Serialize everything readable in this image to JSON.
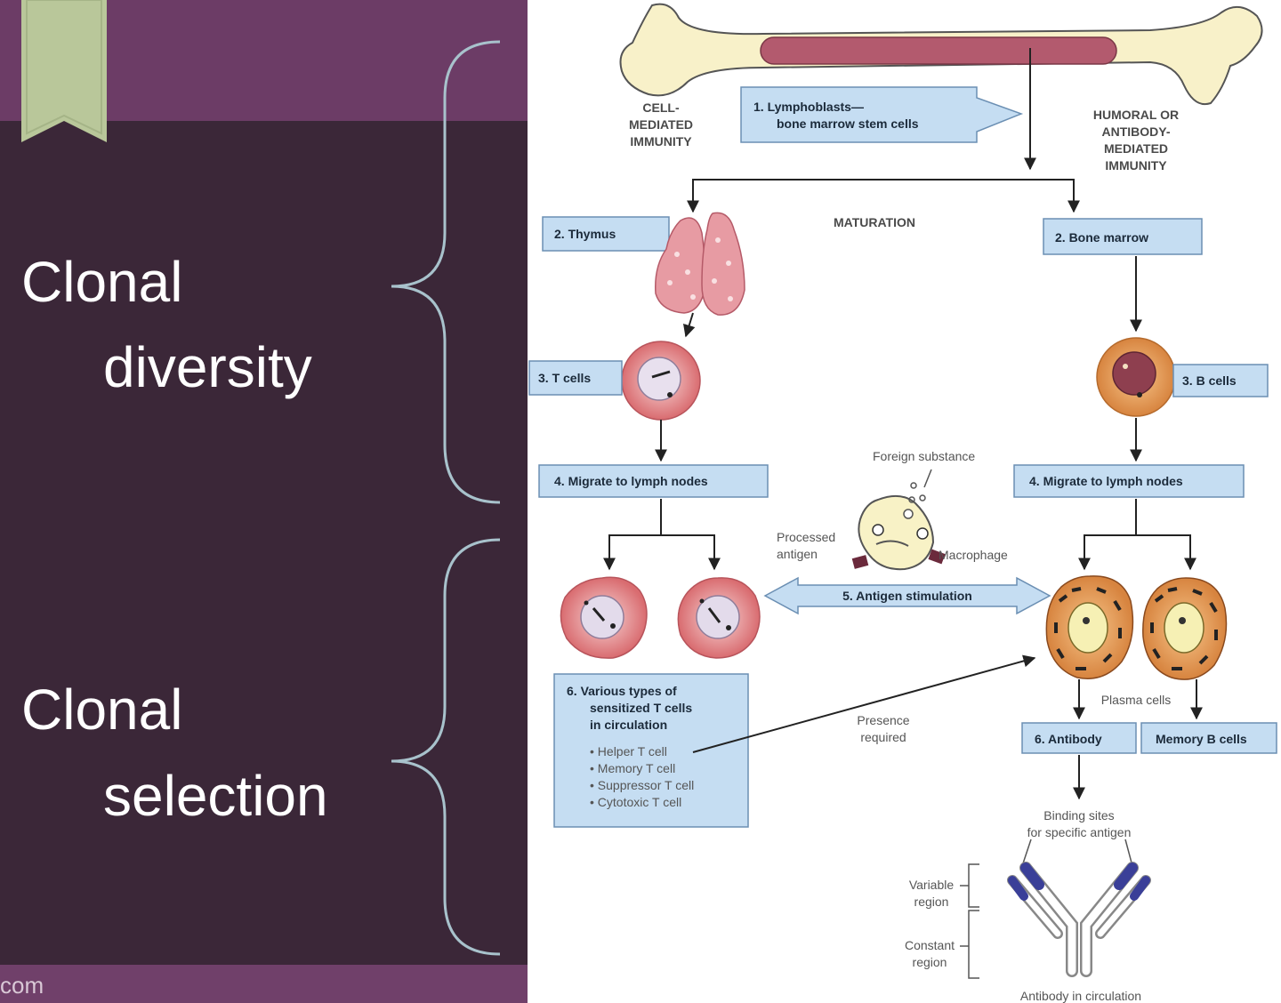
{
  "slide": {
    "heading_1_line1": "Clonal",
    "heading_1_line2": "diversity",
    "heading_2_line1": "Clonal",
    "heading_2_line2": "selection",
    "footer_text": "com"
  },
  "diagram": {
    "cell_mediated": [
      "CELL-",
      "MEDIATED",
      "IMMUNITY"
    ],
    "humoral": [
      "HUMORAL OR",
      "ANTIBODY-",
      "MEDIATED",
      "IMMUNITY"
    ],
    "step1_line1": "1.  Lymphoblasts—",
    "step1_line2": "bone marrow stem cells",
    "maturation": "MATURATION",
    "thymus": "2.  Thymus",
    "bone_marrow": "2.  Bone marrow",
    "t_cells": "3.  T cells",
    "b_cells": "3.  B cells",
    "migrate_left": "4.  Migrate to lymph nodes",
    "migrate_right": "4.  Migrate to lymph nodes",
    "foreign_substance": "Foreign substance",
    "processed_antigen": [
      "Processed",
      "antigen"
    ],
    "macrophage": "Macrophage",
    "antigen_stimulation": "5. Antigen stimulation",
    "t_types_title": [
      "6.  Various types of",
      "sensitized T cells",
      "in circulation"
    ],
    "t_types_items": [
      "• Helper T cell",
      "• Memory T cell",
      "• Suppressor T cell",
      "• Cytotoxic T cell"
    ],
    "presence_required": [
      "Presence",
      "required"
    ],
    "plasma_cells": "Plasma cells",
    "antibody": "6.  Antibody",
    "memory_b": "Memory B cells",
    "binding_sites": [
      "Binding sites",
      "for specific antigen"
    ],
    "variable_region": [
      "Variable",
      "region"
    ],
    "constant_region": [
      "Constant",
      "region"
    ],
    "antibody_circulation": "Antibody in circulation"
  },
  "colors": {
    "slide_dark": "#3b2738",
    "slide_band": "#6c3c66",
    "bookmark": "#b9c79a",
    "label_box": "#c5ddf2",
    "label_border": "#6b8fb3",
    "t_cell": "#e7a0a2",
    "b_cell": "#e8a467",
    "variable_region": "#3a3f98"
  }
}
